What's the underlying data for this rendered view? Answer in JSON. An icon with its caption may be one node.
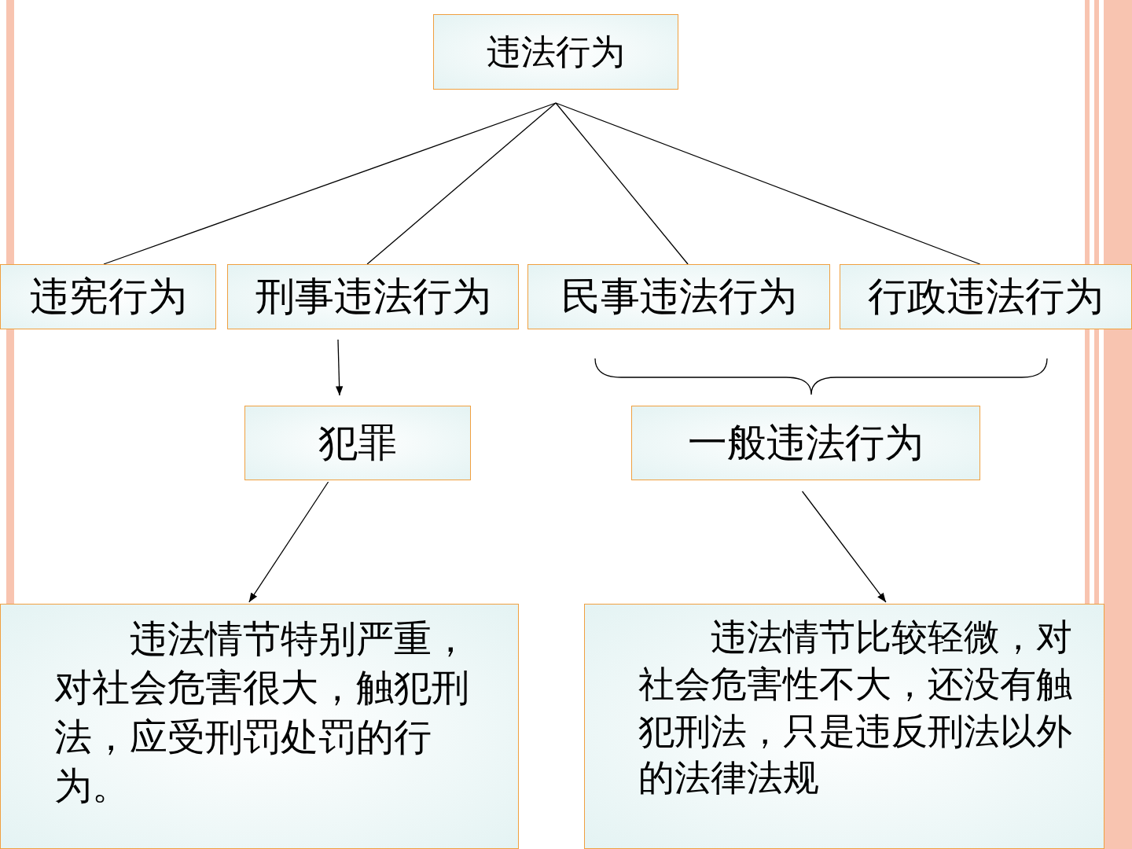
{
  "diagram": {
    "nodes": [
      {
        "text": [
          "违法行为"
        ]
      },
      {
        "text": [
          "违宪行为"
        ]
      },
      {
        "text": [
          "刑事违法行为"
        ]
      },
      {
        "text": [
          "民事违法行为"
        ]
      },
      {
        "text": [
          "行政违法行为"
        ]
      },
      {
        "text": [
          "犯罪"
        ]
      },
      {
        "text": [
          "一般违法行为"
        ]
      },
      {
        "text": [
          "违法情节特别严重，对社会危害很大，触犯刑法，应受刑罚处罚的行为。"
        ]
      },
      {
        "text": [
          "违法情节比较轻微，对社会危害性不大，还没有触犯刑法，只是违反刑法以外的法律法规"
        ]
      }
    ],
    "edges": [
      {
        "from": 0,
        "to": 1,
        "arrow": "none"
      },
      {
        "from": 0,
        "to": 2,
        "arrow": "none"
      },
      {
        "from": 0,
        "to": 3,
        "arrow": "none"
      },
      {
        "from": 0,
        "to": 4,
        "arrow": "none"
      },
      {
        "from": 2,
        "to": 5,
        "arrow": "to"
      },
      {
        "from": 5,
        "to": 7,
        "arrow": "to"
      },
      {
        "from": 6,
        "to": 8,
        "arrow": "to"
      }
    ]
  }
}
